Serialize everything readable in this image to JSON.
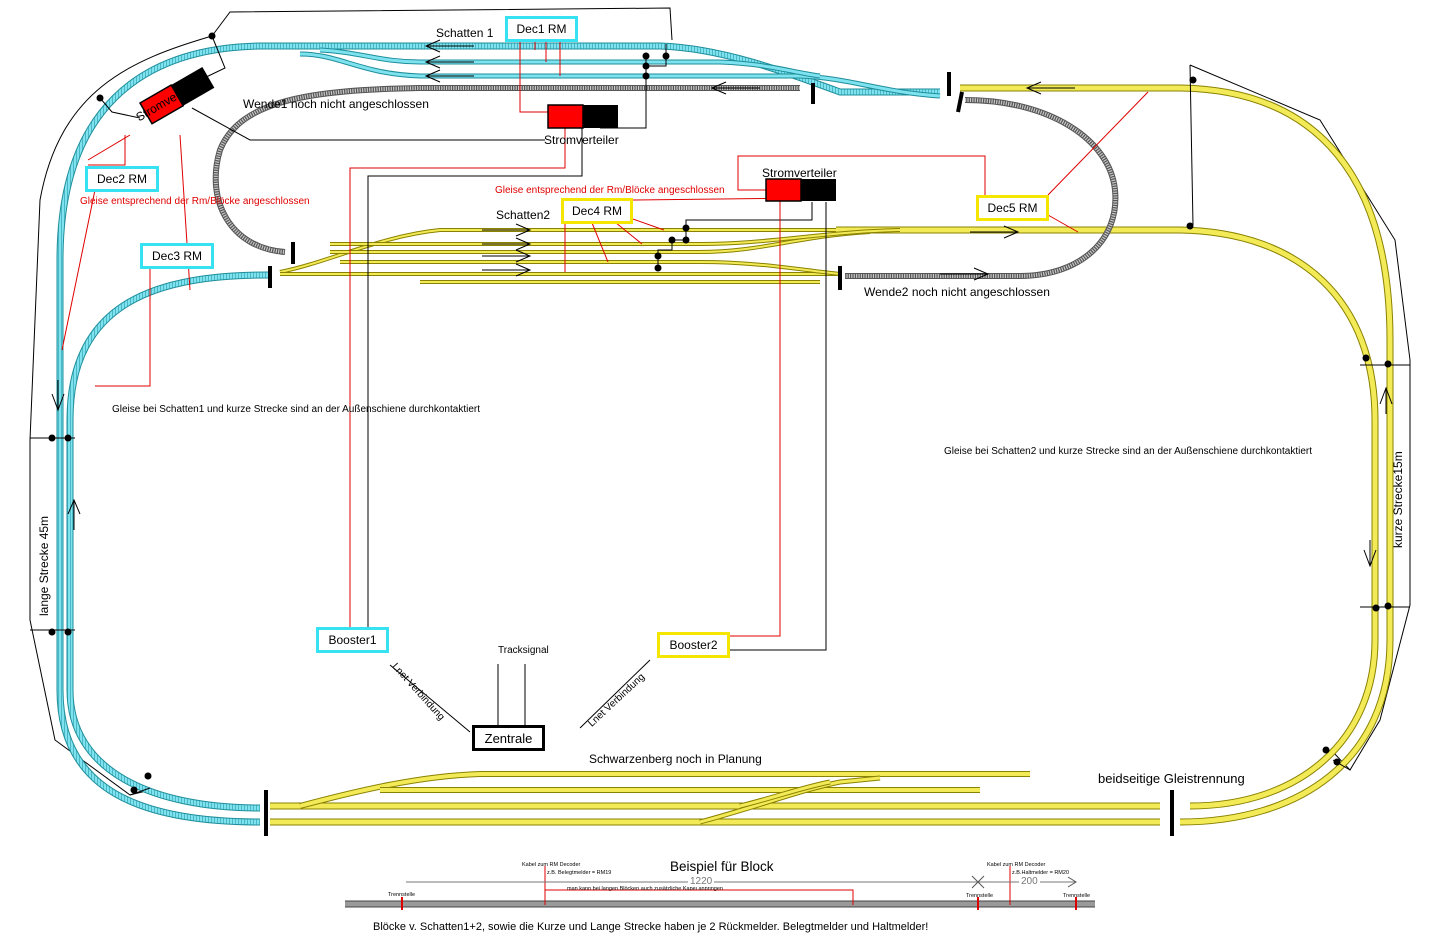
{
  "boxes": {
    "dec1": "Dec1 RM",
    "dec2": "Dec2 RM",
    "dec3": "Dec3 RM",
    "dec4": "Dec4 RM",
    "dec5": "Dec5 RM",
    "booster1": "Booster1",
    "booster2": "Booster2",
    "zentrale": "Zentrale"
  },
  "labels": {
    "schatten1": "Schatten 1",
    "schatten2": "Schatten2",
    "stromverteiler": "Stromverteiler",
    "wende1": "Wende1 noch nicht angeschlossen",
    "wende2": "Wende2 noch nicht angeschlossen",
    "gleise_rm": "Gleise entsprechend der Rm/Blöcke angeschlossen",
    "gleise_schatten1": "Gleise bei Schatten1 und kurze Strecke sind an der Außenschiene durchkontaktiert",
    "gleise_schatten2": "Gleise bei Schatten2 und kurze Strecke sind an der Außenschiene durchkontaktiert",
    "lange_strecke": "lange Strecke 45m",
    "kurze_strecke": "kurze Strecke15m",
    "tracksignal": "Tracksignal",
    "lnet": "Lnet Verbindung",
    "schwarzenberg": "Schwarzenberg noch in Planung",
    "beidseitige": "beidseitige Gleistrennung"
  },
  "legend": {
    "title": "Beispiel für Block",
    "kabel": "Kabel zum RM Decoder",
    "belegt": "z.B. Belegtmelder = RM19",
    "halt": "z.B.Haltmelder = RM20",
    "zusatz": "man kann bei langen Blöcken auch zusätzliche Kabel anbringen",
    "trennstelle": "Trennstelle",
    "len1": "1220",
    "len2": "200",
    "footer": "Blöcke v. Schatten1+2, sowie die Kurze und Lange Strecke haben je 2 Rückmelder. Belegtmelder und Haltmelder!"
  },
  "colors": {
    "cyan_track": "#4fd4e4",
    "yellow_track": "#f3ea57",
    "wire_red": "#e00000",
    "wire_black": "#000000",
    "grey_track": "#9a9a9a"
  }
}
